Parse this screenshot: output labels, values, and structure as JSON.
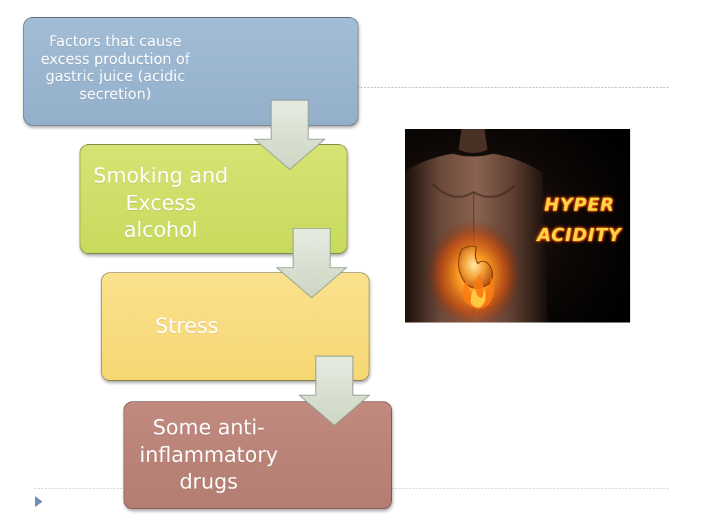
{
  "diagram": {
    "header": {
      "lines": [
        "Factors that cause",
        "excess production of",
        "gastric juice (acidic",
        "secretion)"
      ]
    },
    "factors": [
      {
        "lines": [
          "Smoking  and",
          "Excess",
          "alcohol"
        ]
      },
      {
        "lines": [
          "Stress"
        ]
      },
      {
        "lines": [
          "Some anti-",
          "inflammatory",
          "drugs"
        ]
      }
    ],
    "colors": {
      "header_box": "#98b4cf",
      "factor_1_box": "#cfdf68",
      "factor_2_box": "#f8dc80",
      "factor_3_box": "#b98377",
      "arrow": "#d5dccc",
      "bullet": "#6f8fb2"
    }
  },
  "image": {
    "description_icon": "torso-stomach-fire-image",
    "text_lines": [
      "HYPER",
      "ACIDITY"
    ]
  }
}
